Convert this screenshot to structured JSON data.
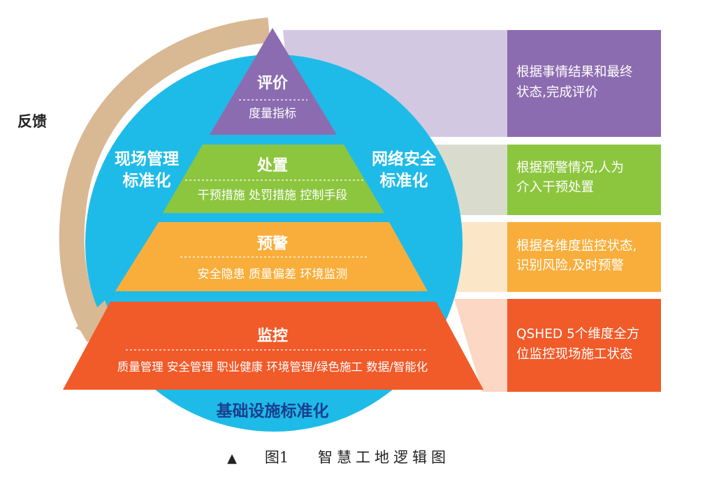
{
  "feedback_label": "反馈",
  "left_label": [
    "现场管理",
    "标准化"
  ],
  "right_label": [
    "网络安全",
    "标准化"
  ],
  "base_label": "基础设施标准化",
  "tiers": [
    {
      "title": "评价",
      "subtitle": "度量指标",
      "color": "#8c6cb0",
      "band_color": "#d3c8e2"
    },
    {
      "title": "处置",
      "subtitle": "干预措施 处罚措施 控制手段",
      "color": "#8cc63f",
      "band_color": "#d9dccd"
    },
    {
      "title": "预警",
      "subtitle": "安全隐患 质量偏差 环境监测",
      "color": "#f9ae3b",
      "band_color": "#fbe6c8"
    },
    {
      "title": "监控",
      "subtitle": "质量管理 安全管理 职业健康 环境管理/绿色施工 数据/智能化",
      "color": "#f15a29",
      "band_color": "#fbd7c4"
    }
  ],
  "descriptions": [
    [
      "根据事情结果和最终",
      "状态,完成评价"
    ],
    [
      "根据预警情况,人为",
      "介入干预处置"
    ],
    [
      "根据各维度监控状态,",
      "识别风险,及时预警"
    ],
    [
      "QSHED 5个维度全方",
      "位监控现场施工状态"
    ]
  ],
  "caption": {
    "marker": "▲",
    "number": "图1",
    "title": "智慧工地逻辑图"
  },
  "colors": {
    "circle": "#1ebbe9",
    "arrow": "#d9b894",
    "base_text": "#1a3d8f"
  }
}
